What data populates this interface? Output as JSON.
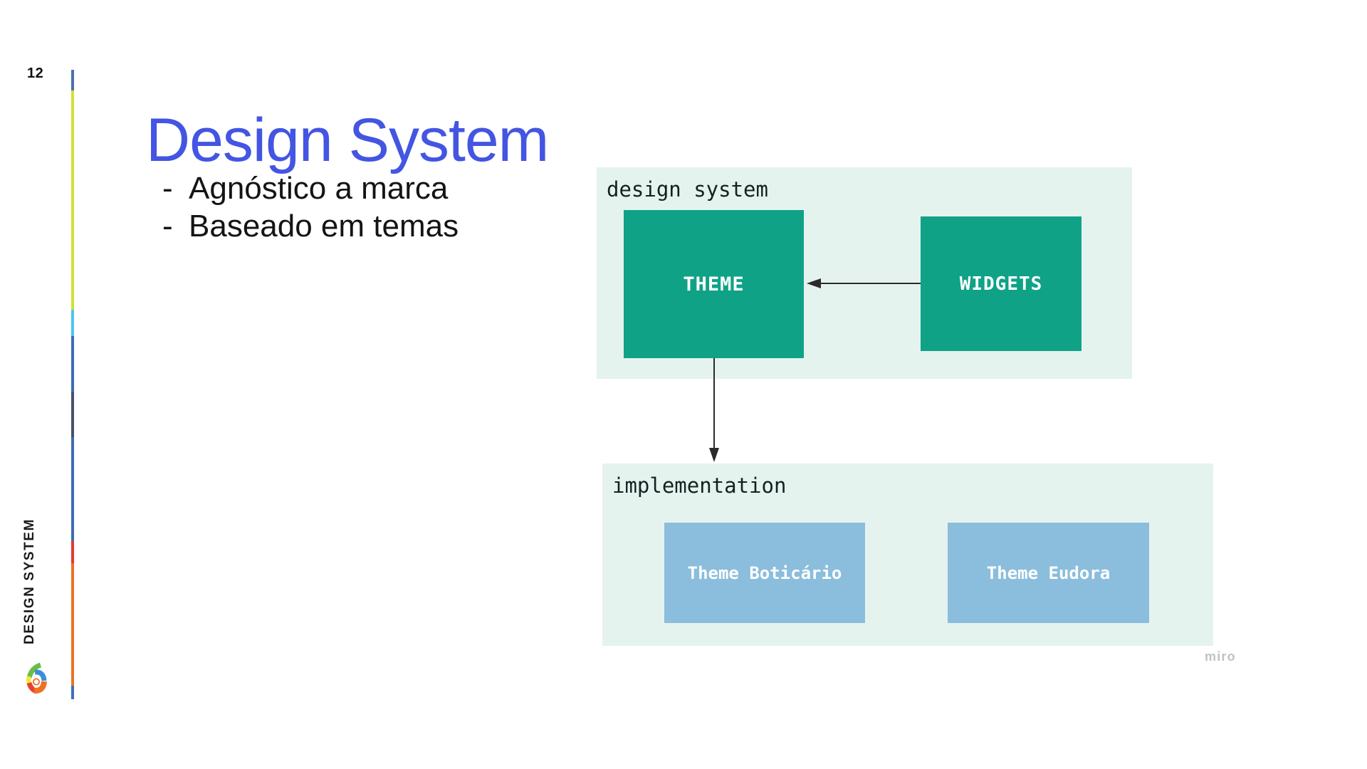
{
  "slide": {
    "page_number": "12",
    "title": "Design System",
    "bullet_marker": "-",
    "bullets": [
      "Agnóstico a marca",
      "Baseado em temas"
    ],
    "side_label": "DESIGN SYSTEM",
    "watermark": "miro"
  },
  "colors": {
    "title": "#4355E2",
    "body": "#141414",
    "panel": "#E5F3EF",
    "teal": "#0FA287",
    "blue_node": "#8BBDDC",
    "node_text": "#FFFFFF",
    "label": "#152120",
    "arrow": "#2B2B2B",
    "watermark": "#BCC3C8"
  },
  "rail": {
    "segments": [
      {
        "color": "#4A72AE",
        "from": 98,
        "to": 127
      },
      {
        "color": "#D3E034",
        "from": 127,
        "to": 435
      },
      {
        "color": "#4EC4EC",
        "from": 435,
        "to": 472
      },
      {
        "color": "#3D6CB2",
        "from": 472,
        "to": 551
      },
      {
        "color": "#475069",
        "from": 551,
        "to": 614
      },
      {
        "color": "#3D6CB2",
        "from": 614,
        "to": 760
      },
      {
        "color": "#E43A2C",
        "from": 760,
        "to": 791
      },
      {
        "color": "#EA7325",
        "from": 791,
        "to": 963
      },
      {
        "color": "#3F6DBD",
        "from": 963,
        "to": 982
      }
    ]
  },
  "diagram": {
    "panels": [
      {
        "id": "design-system",
        "label": "design system"
      },
      {
        "id": "implementation",
        "label": "implementation"
      }
    ],
    "nodes": [
      {
        "id": "theme",
        "label": "THEME",
        "group": "design system",
        "color": "#0FA287"
      },
      {
        "id": "widgets",
        "label": "WIDGETS",
        "group": "design system",
        "color": "#0FA287"
      },
      {
        "id": "theme-boticario",
        "label": "Theme Boticário",
        "group": "implementation",
        "color": "#8BBDDC"
      },
      {
        "id": "theme-eudora",
        "label": "Theme Eudora",
        "group": "implementation",
        "color": "#8BBDDC"
      }
    ],
    "edges": [
      {
        "from": "widgets",
        "to": "theme",
        "direction": "left"
      },
      {
        "from": "theme",
        "to": "implementation",
        "direction": "down"
      }
    ]
  }
}
